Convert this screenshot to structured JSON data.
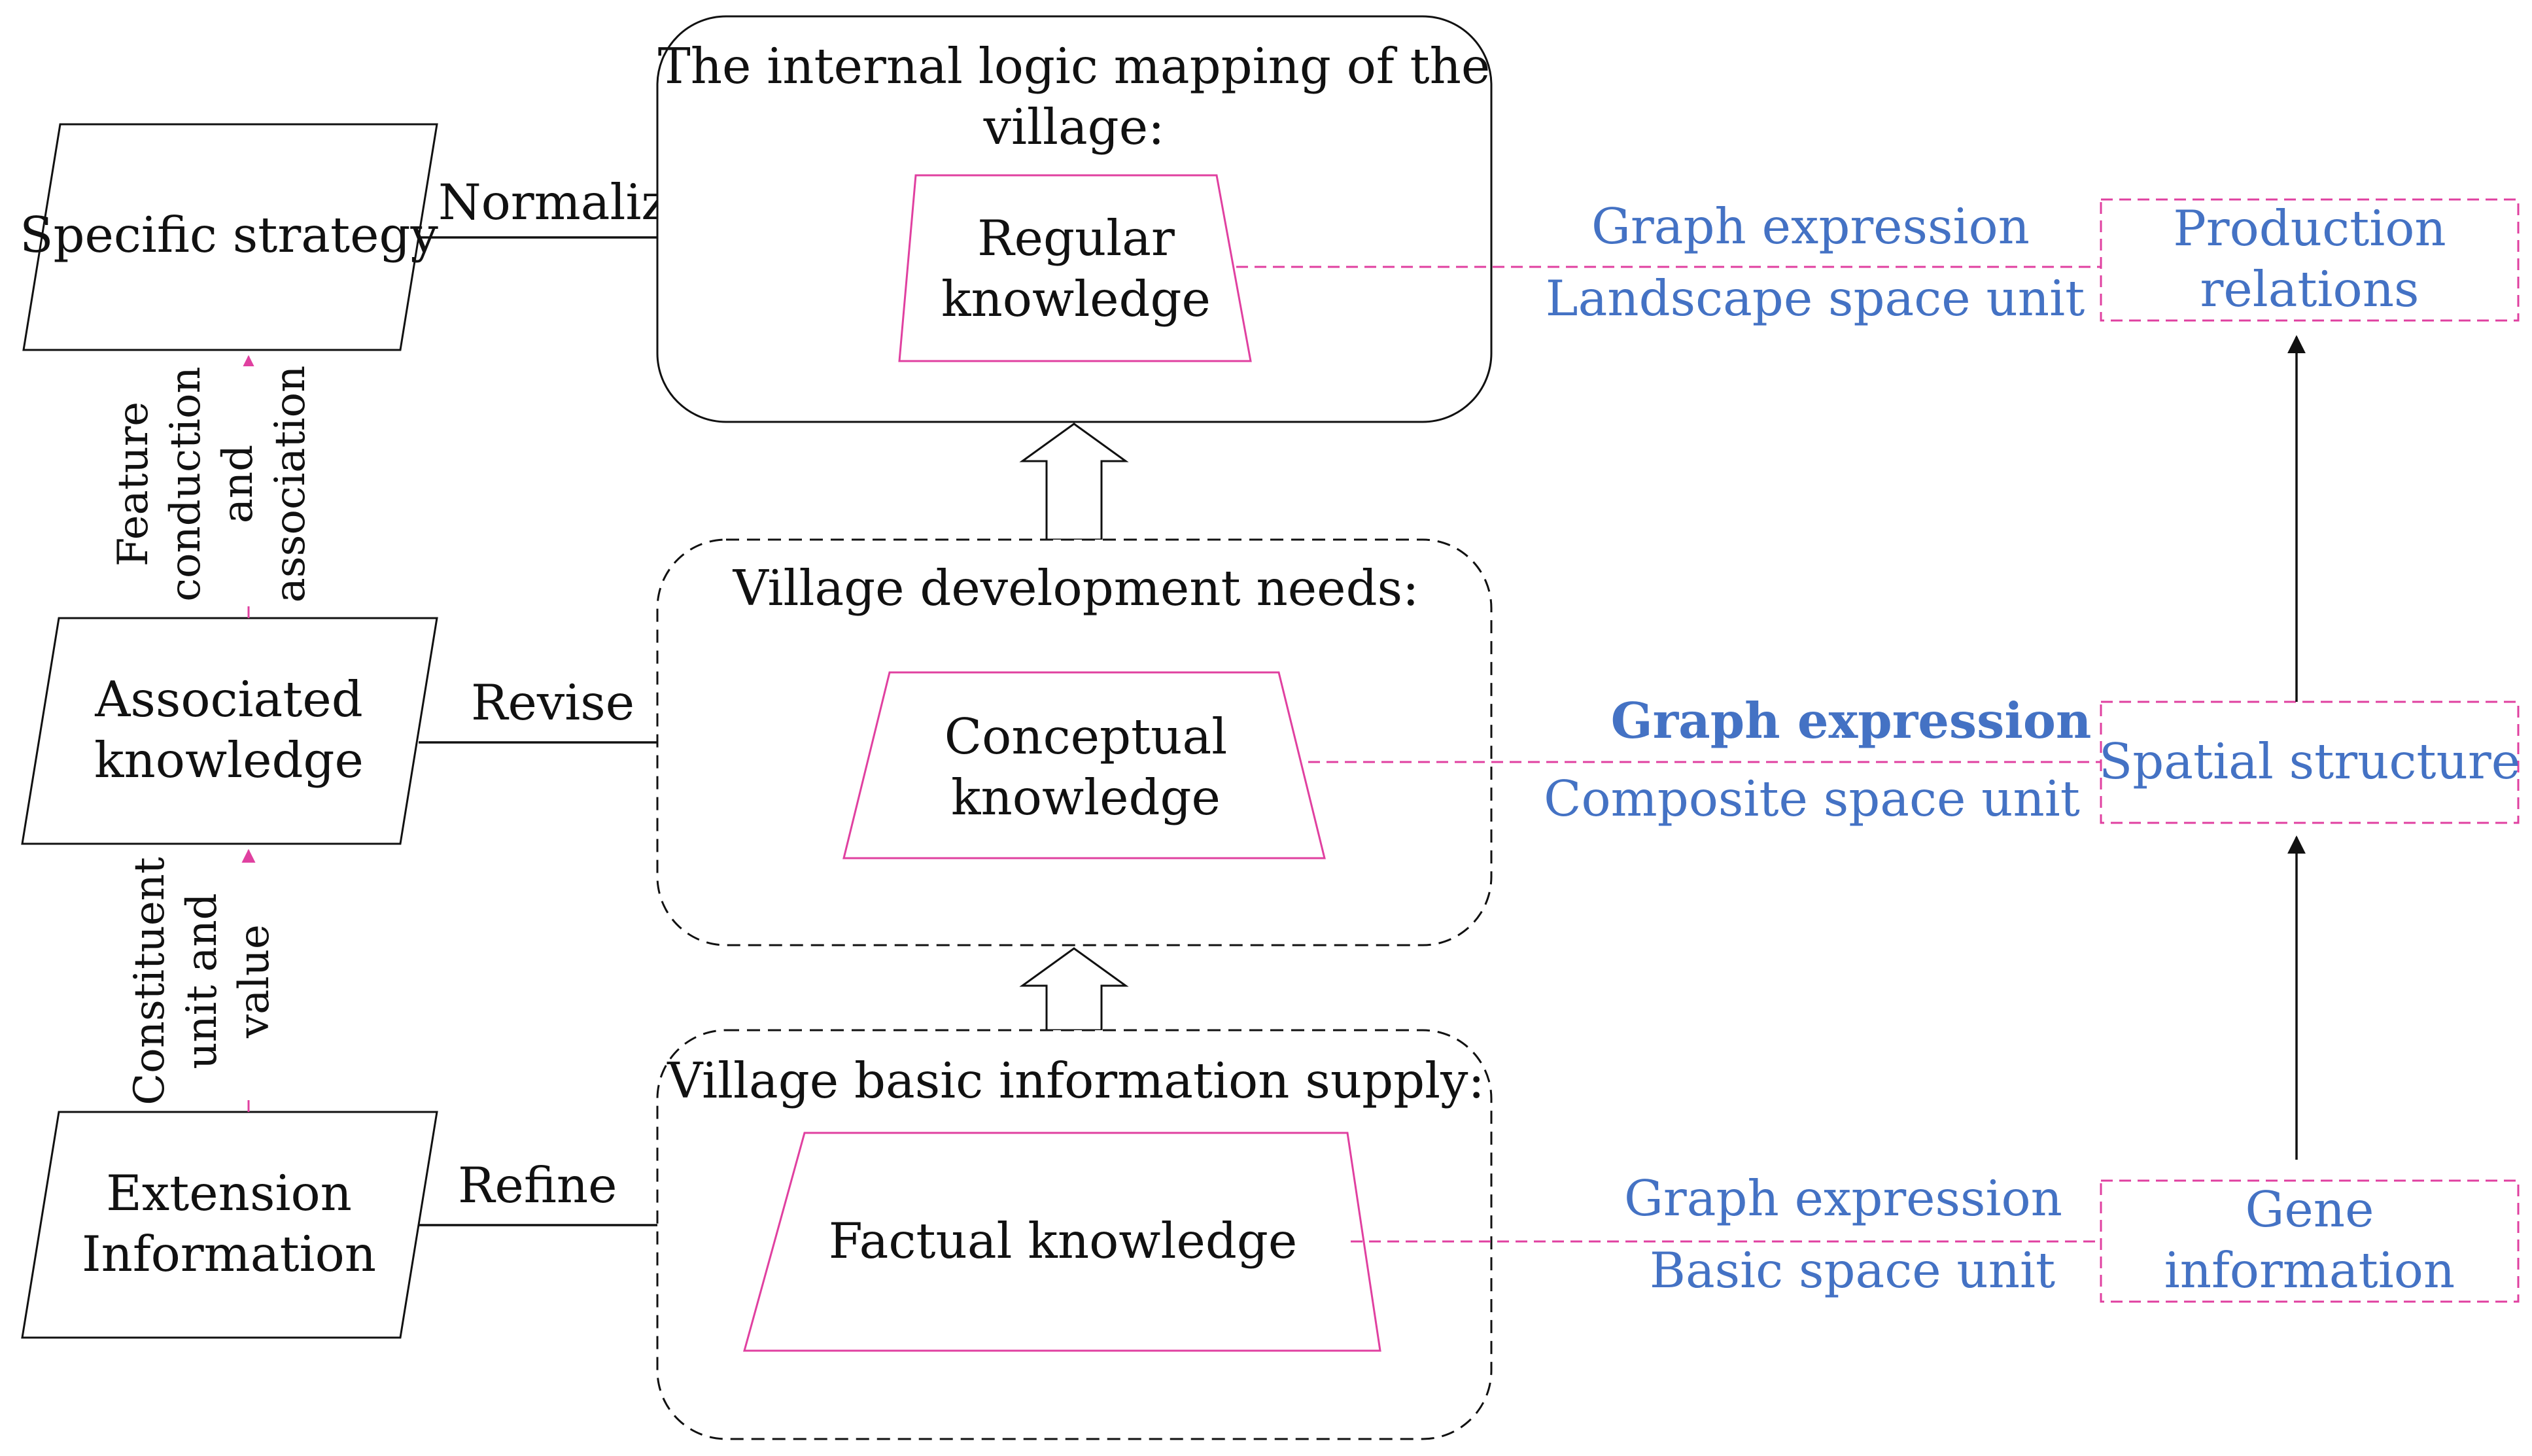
{
  "colors": {
    "line": "#111111",
    "pink": "#e040a0",
    "blue_text": "#4472c4"
  },
  "left_column": {
    "specific_strategy": "Specific strategy",
    "associated_knowledge": [
      "Associated",
      "knowledge"
    ],
    "extension_information": [
      "Extension",
      "Information"
    ],
    "feature_link_label": [
      "Feature",
      "conduction",
      "and",
      "association"
    ],
    "constituent_link_label": [
      "Constituent",
      "unit and",
      "value"
    ]
  },
  "arrows": {
    "normalize": "Normalize",
    "revise": "Revise",
    "refine": "Refine"
  },
  "center_column": {
    "top_box_title": [
      "The internal logic mapping of the",
      "village:"
    ],
    "regular_knowledge": [
      "Regular",
      "knowledge"
    ],
    "middle_box_title": "Village development needs:",
    "conceptual_knowledge": [
      "Conceptual",
      "knowledge"
    ],
    "bottom_box_title": "Village basic information supply:",
    "factual_knowledge": "Factual knowledge"
  },
  "connectors": {
    "top": {
      "line1": "Graph expression",
      "line2": "Landscape space unit"
    },
    "middle": {
      "line1": "Graph expression",
      "line2": "Composite space unit"
    },
    "bottom": {
      "line1": "Graph expression",
      "line2": "Basic space unit"
    }
  },
  "right_column": {
    "production_relations": [
      "Production",
      "relations"
    ],
    "spatial_structure": "Spatial structure",
    "gene_information": [
      "Gene",
      "information"
    ]
  }
}
